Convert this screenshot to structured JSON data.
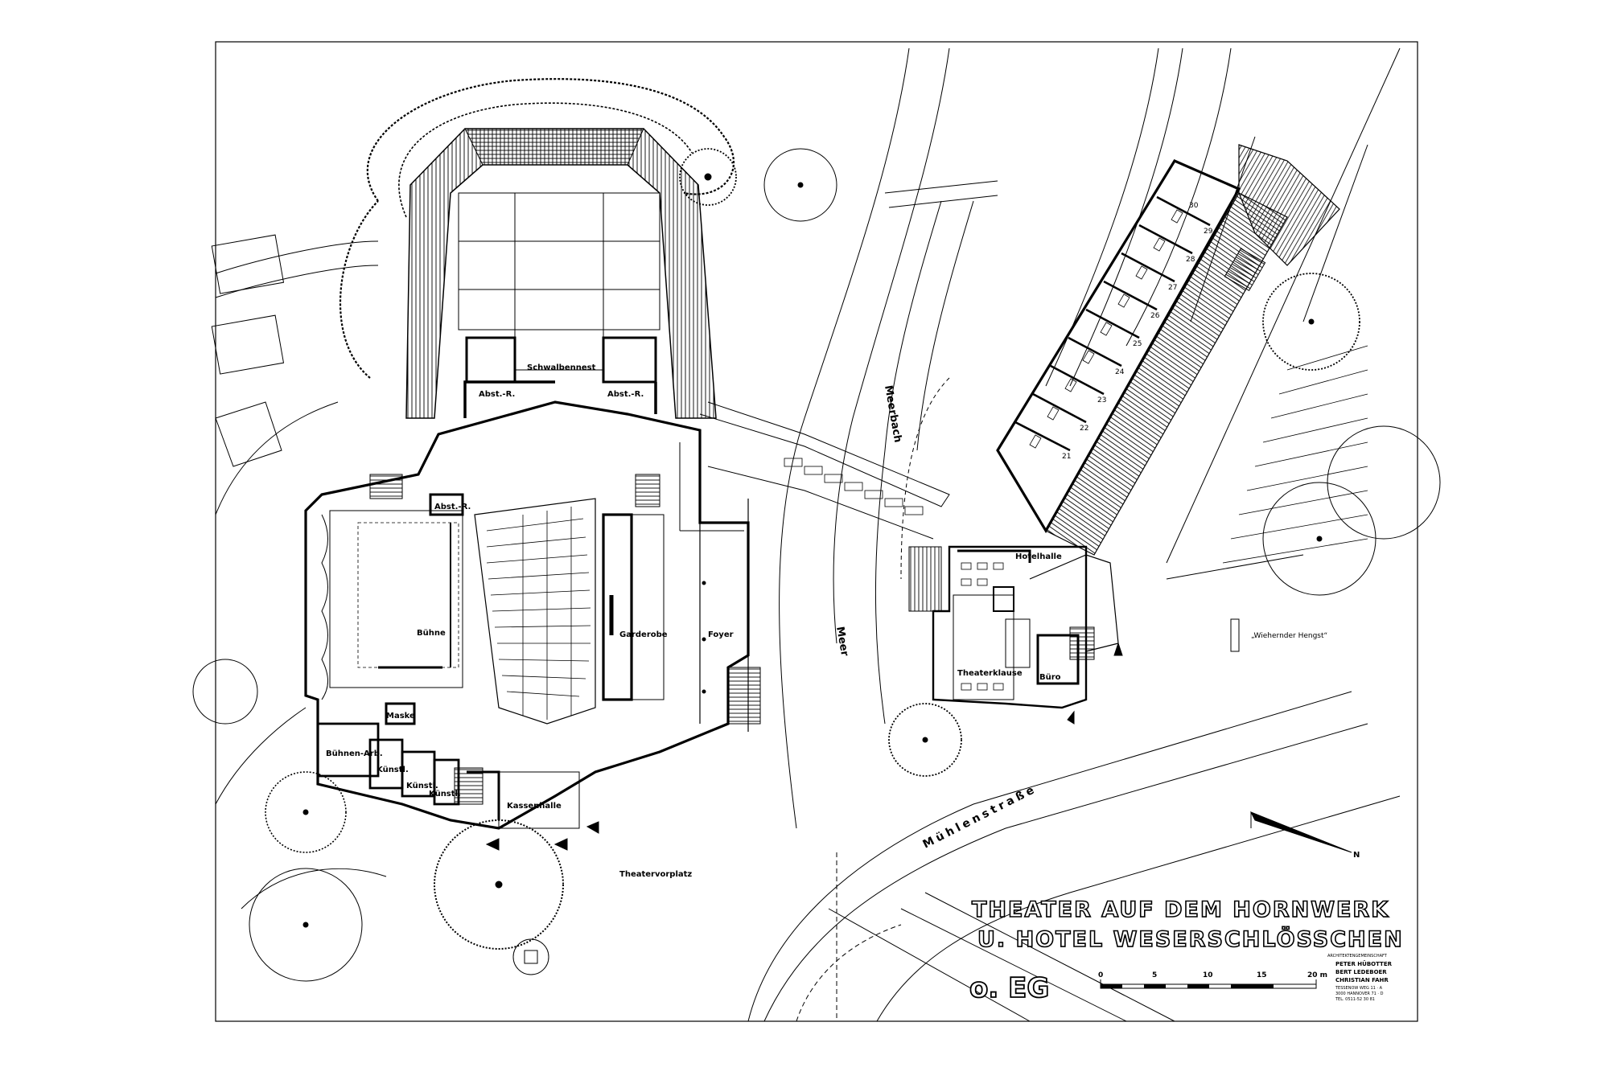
{
  "title": {
    "line1": "THEATER AUF DEM HORNWERK",
    "line2": "U. HOTEL WESERSCHLÖSSCHEN"
  },
  "floor": "o. EG",
  "rooms": {
    "schwalbennest": "Schwalbennest",
    "abst_r_left": "Abst.-R.",
    "abst_r_right": "Abst.-R.",
    "abst_r_stage": "Abst.-R.",
    "buehne": "Bühne",
    "garderobe": "Garderobe",
    "foyer": "Foyer",
    "maske": "Maske",
    "buehnen_arb": "Bühnen-Arb.",
    "kuenstl_1": "Künstl.",
    "kuenstl_2": "Künstl.",
    "kuenstl_3": "Künstl.",
    "kassenhalle": "Kassenhalle",
    "hotelhalle": "Hotelhalle",
    "theaterklause": "Theaterklause",
    "buero": "Büro",
    "theatervorplatz": "Theatervorplatz",
    "wiehernder_hengst": "„Wiehernder Hengst“"
  },
  "hotel_rooms": [
    "30",
    "29",
    "28",
    "27",
    "26",
    "25",
    "24",
    "23",
    "22",
    "21"
  ],
  "water_label": "Meerbach",
  "water_label_lower": "Meer",
  "street": "Mühlenstraße",
  "north": "N",
  "scale": {
    "ticks": [
      "0",
      "5",
      "10",
      "15",
      "20 m"
    ]
  },
  "architects": {
    "header": "ARCHITEKTENGEMEINSCHAFT",
    "names": [
      "PETER HÜBOTTER",
      "BERT LEDEBOER",
      "CHRISTIAN FAHR"
    ],
    "address": [
      "TESSENOW WEG 11 · A",
      "3000 HANNOVER 71 · D",
      "TEL. 0511-52 30 81"
    ]
  },
  "colors": {
    "ink": "#000000",
    "paper": "#ffffff"
  }
}
